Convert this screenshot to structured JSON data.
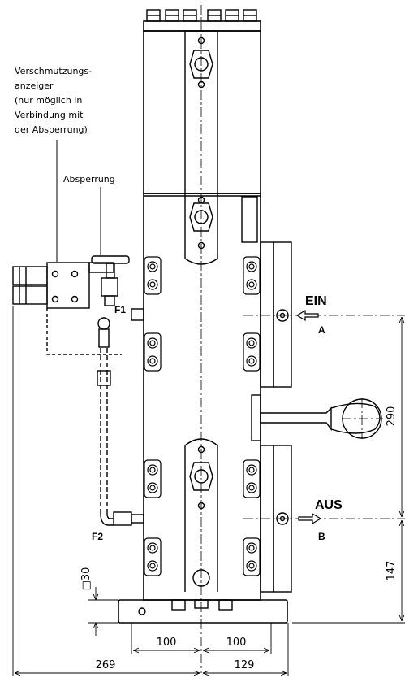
{
  "notes": {
    "indicator_lines": [
      "Verschmutzungs-",
      "anzeiger",
      "(nur möglich in",
      "Verbindung mit",
      "der Absperrung)"
    ],
    "shutoff": "Absperrung"
  },
  "ports": {
    "inlet_label": "EIN",
    "inlet_letter": "A",
    "outlet_label": "AUS",
    "outlet_letter": "B",
    "filter1": "F1",
    "filter2": "F2"
  },
  "dimensions": {
    "height_inlet_outlet": "290",
    "height_outlet_base": "147",
    "square_size": "□30",
    "left_foot_offset": "100",
    "right_foot_offset": "100",
    "left_total": "269",
    "right_total": "129"
  }
}
